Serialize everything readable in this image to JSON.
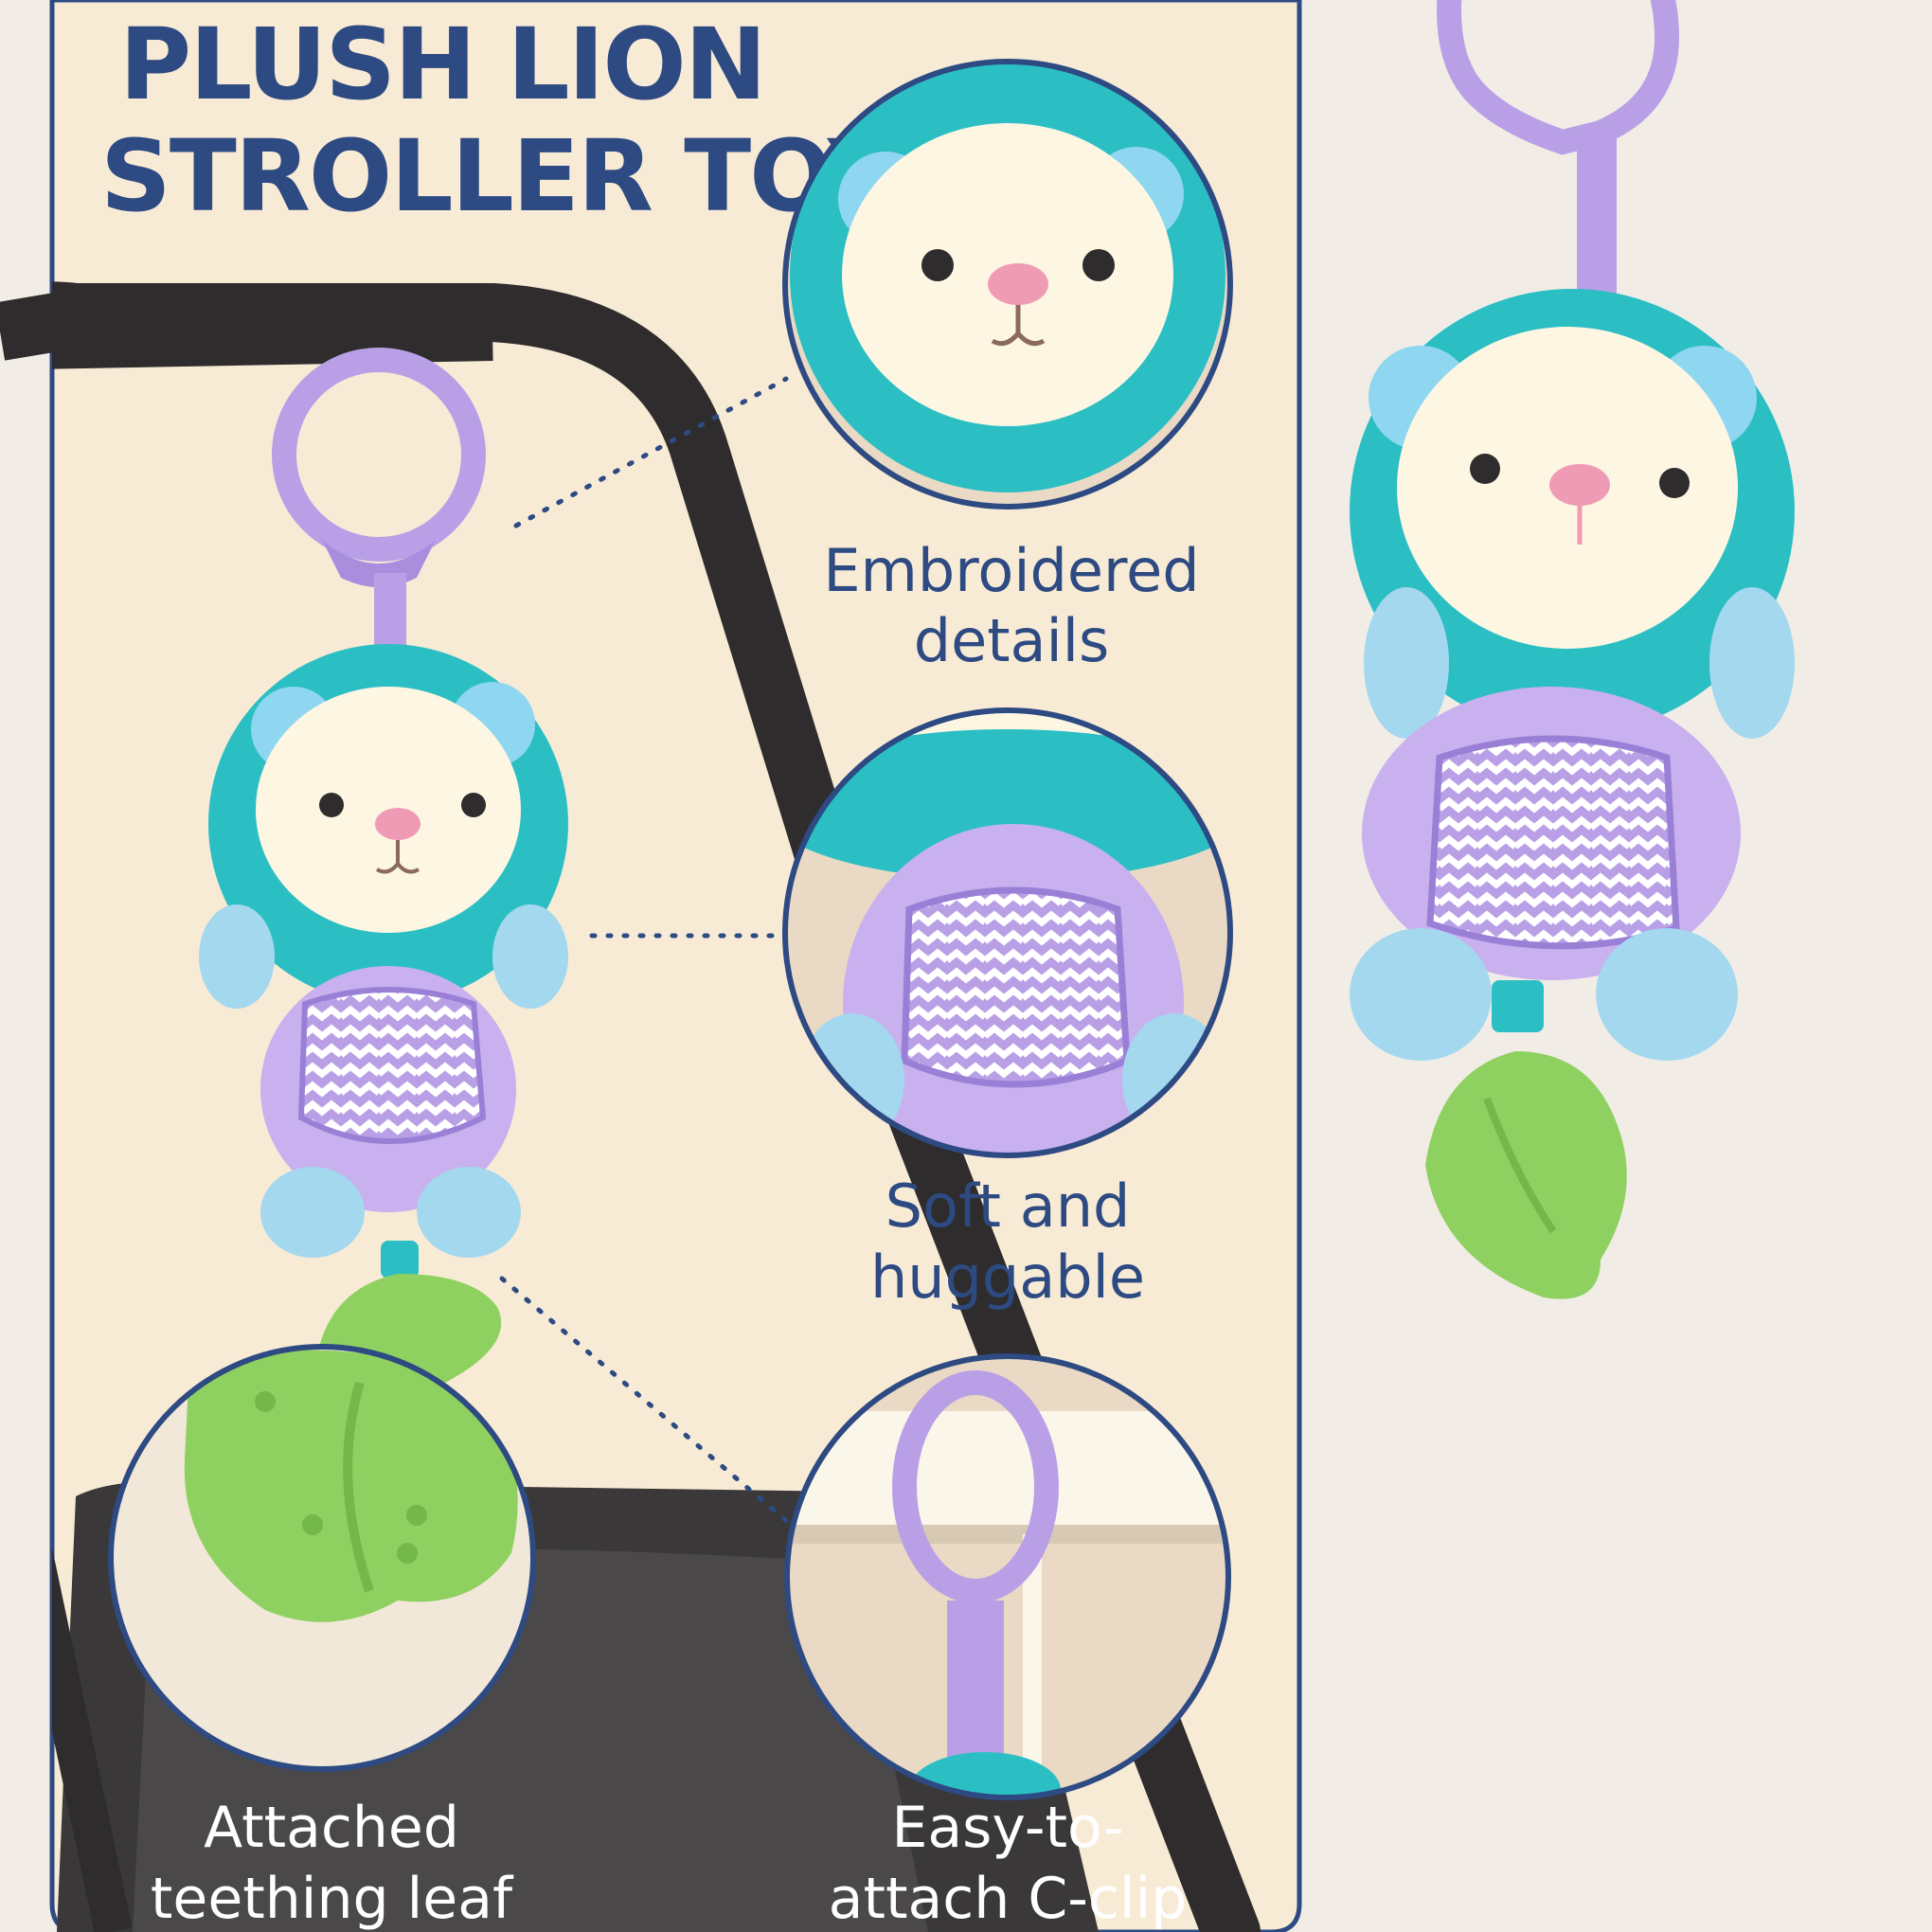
{
  "title": {
    "line1": "PLUSH LION",
    "line2": "STROLLER TOY"
  },
  "features": [
    {
      "line1": "Embroidered",
      "line2": "details",
      "icon": "lion-face-closeup"
    },
    {
      "line1": "Soft and",
      "line2": "huggable",
      "icon": "lion-belly-closeup"
    },
    {
      "line1": "Attached",
      "line2": "teething leaf",
      "icon": "teething-leaf-closeup"
    },
    {
      "line1": "Easy-to-",
      "line2": "attach C-clip",
      "icon": "c-clip-closeup"
    }
  ],
  "colors": {
    "background": "#f1ede6",
    "panel": "#f8ebd6",
    "border": "#2d4a82",
    "text": "#2d4a82",
    "teal": "#2bbfc4",
    "lilac": "#b9a0e6",
    "leaf_green": "#8fd160",
    "stroller": "#2e2c2c"
  }
}
